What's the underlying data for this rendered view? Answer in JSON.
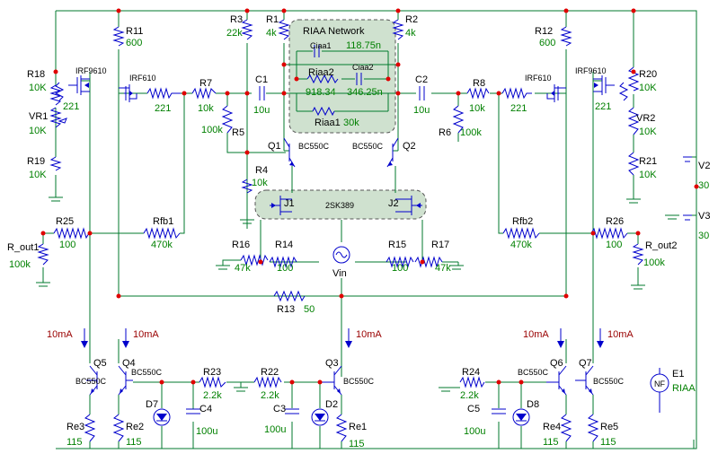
{
  "colors": {
    "wire": "#007a2e",
    "component": "#0000cc",
    "node": "#e00000",
    "value": "#008000",
    "current": "#990000",
    "network_fill": "#cfe1cf"
  },
  "riaa": {
    "title": "RIAA Network"
  },
  "resistors": [
    {
      "ref": "R11",
      "value": "600"
    },
    {
      "ref": "R3",
      "value": "22k"
    },
    {
      "ref": "R1",
      "value": "4k"
    },
    {
      "ref": "R2",
      "value": "4k"
    },
    {
      "ref": "R12",
      "value": "600"
    },
    {
      "ref": "R18",
      "value": "10K"
    },
    {
      "ref": "VR1",
      "value": "10K"
    },
    {
      "ref": "R19",
      "value": "10K"
    },
    {
      "ref": "R20",
      "value": "10K"
    },
    {
      "ref": "VR2",
      "value": "10K"
    },
    {
      "ref": "R21",
      "value": "10K"
    },
    {
      "ref": "R7",
      "value": "10k"
    },
    {
      "ref": "R5",
      "value": "100k"
    },
    {
      "ref": "R8",
      "value": "10k"
    },
    {
      "ref": "R6",
      "value": "100k"
    },
    {
      "ref": "R4",
      "value": "10k"
    },
    {
      "ref": "Riaa2",
      "value": "918.34"
    },
    {
      "ref": "Riaa1",
      "value": "30k"
    },
    {
      "ref": "R25",
      "value": "100"
    },
    {
      "ref": "Rfb1",
      "value": "470k"
    },
    {
      "ref": "R_out1",
      "value": "100k"
    },
    {
      "ref": "Rfb2",
      "value": "470k"
    },
    {
      "ref": "R26",
      "value": "100"
    },
    {
      "ref": "R_out2",
      "value": "100k"
    },
    {
      "ref": "R16",
      "value": "47k"
    },
    {
      "ref": "R14",
      "value": "100"
    },
    {
      "ref": "R15",
      "value": "100"
    },
    {
      "ref": "R17",
      "value": "47k"
    },
    {
      "ref": "R13",
      "value": "50"
    },
    {
      "ref": "R23",
      "value": "2.2k"
    },
    {
      "ref": "R22",
      "value": "2.2k"
    },
    {
      "ref": "R24",
      "value": "2.2k"
    },
    {
      "ref": "Re3",
      "value": "115"
    },
    {
      "ref": "Re2",
      "value": "115"
    },
    {
      "ref": "Re1",
      "value": "115"
    },
    {
      "ref": "Re4",
      "value": "115"
    },
    {
      "ref": "Re5",
      "value": "115"
    }
  ],
  "gate_res": [
    "221",
    "221",
    "221",
    "221"
  ],
  "capacitors": [
    {
      "ref": "C1",
      "value": "10u"
    },
    {
      "ref": "C2",
      "value": "10u"
    },
    {
      "ref": "Ciaa1",
      "value": "118.75n"
    },
    {
      "ref": "Ciaa2",
      "value": "346.25n"
    },
    {
      "ref": "C4",
      "value": "100u"
    },
    {
      "ref": "C3",
      "value": "100u"
    },
    {
      "ref": "C5",
      "value": "100u"
    }
  ],
  "transistors": [
    {
      "ref": "Q1",
      "part": "BC550C"
    },
    {
      "ref": "Q2",
      "part": "BC550C"
    },
    {
      "ref": "Q3",
      "part": "BC550C"
    },
    {
      "ref": "Q4",
      "part": "BC550C"
    },
    {
      "ref": "Q5",
      "part": "BC550C"
    },
    {
      "ref": "Q6",
      "part": "BC550C"
    },
    {
      "ref": "Q7",
      "part": "BC550C"
    }
  ],
  "mosfets": [
    "IRF9610",
    "IRF610",
    "IRF610",
    "IRF9610"
  ],
  "jfet": {
    "j1": "J1",
    "j2": "J2",
    "part": "2SK389"
  },
  "diodes": [
    "D7",
    "D2",
    "D8"
  ],
  "sources": {
    "vin": "Vin",
    "v2": "V2",
    "v2_val": "30",
    "v3": "V3",
    "v3_val": "30",
    "e1": "E1",
    "e1_val": "RIAA",
    "e1_sym": "NF"
  },
  "currents": [
    "10mA",
    "10mA",
    "10mA",
    "10mA",
    "10mA"
  ]
}
